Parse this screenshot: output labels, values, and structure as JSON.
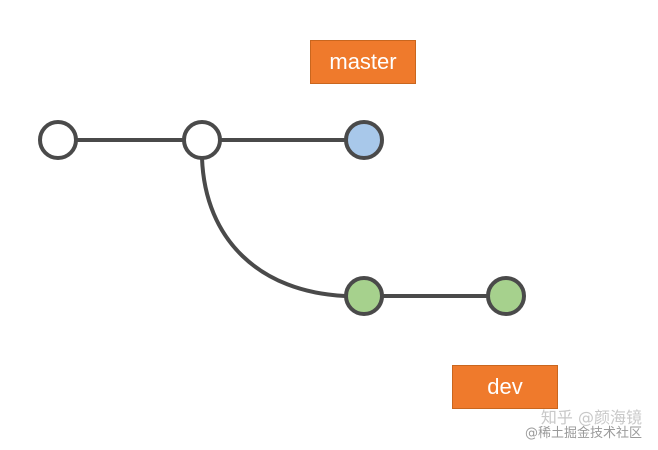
{
  "colors": {
    "line": "#4a4a4a",
    "commit_empty": "#ffffff",
    "commit_master": "#a8c8ea",
    "commit_dev": "#a6d18d",
    "label_bg": "#ef7a2c",
    "label_text": "#ffffff"
  },
  "branches": {
    "master_label": "master",
    "dev_label": "dev"
  },
  "watermark": {
    "line1": "知乎 @颜海镜",
    "line2": "@稀土掘金技术社区"
  }
}
